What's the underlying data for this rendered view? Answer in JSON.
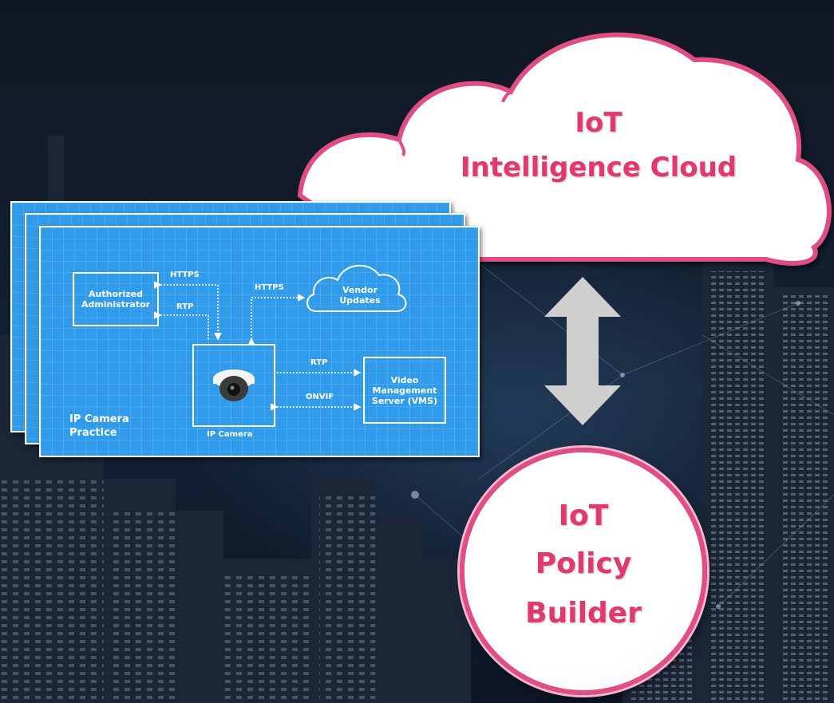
{
  "cloud": {
    "title_line1": "IoT",
    "title_line2": "Intelligence Cloud"
  },
  "policy": {
    "line1": "IoT",
    "line2": "Policy",
    "line3": "Builder"
  },
  "blueprint": {
    "authorized_admin": "Authorized Administrator",
    "vendor_updates": "Vendor Updates",
    "video_vms": "Video Management Server (VMS)",
    "ip_camera": "IP Camera",
    "practice": "IP Camera Practice",
    "label_https_1": "HTTPS",
    "label_rtp_1": "RTP",
    "label_https_2": "HTTPS",
    "label_rtp_2": "RTP",
    "label_onvif": "ONVIF"
  },
  "colors": {
    "accent_pink": "#e1386f",
    "blueprint_blue": "#2f9bea",
    "background": "#0b1422",
    "arrow_gray": "#cfcfcf"
  },
  "icons": {
    "camera": "dome-camera-icon",
    "vendor_cloud": "cloud-outline-icon",
    "connector": "double-arrow-icon"
  }
}
